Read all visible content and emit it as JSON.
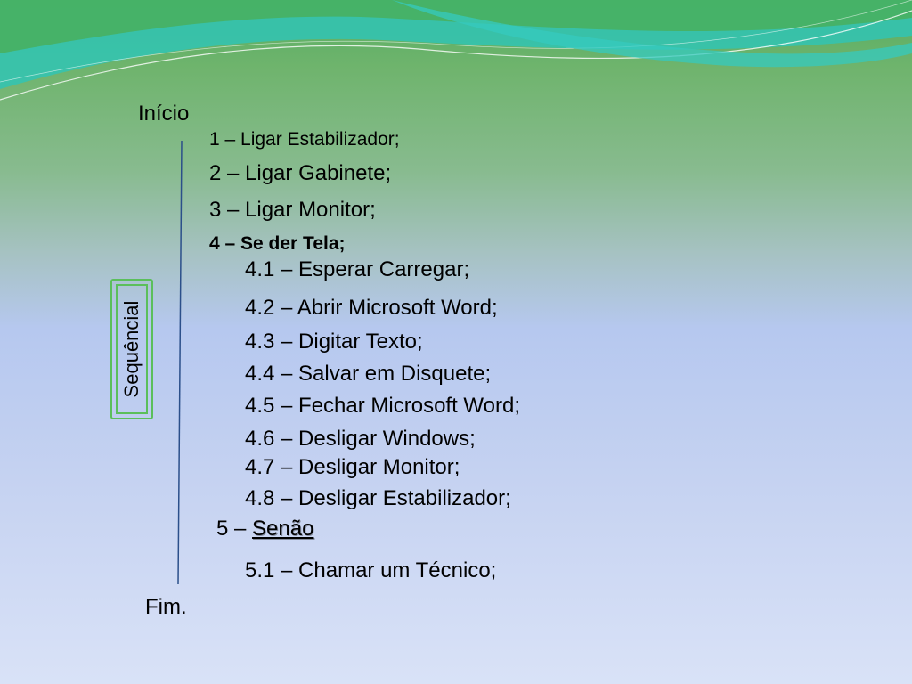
{
  "algorithm": {
    "start": "Início",
    "end": "Fim.",
    "side_label": "Sequêncial",
    "steps": {
      "s1": "1 – Ligar Estabilizador;",
      "s2": "2 – Ligar Gabinete;",
      "s3": "3 – Ligar Monitor;",
      "s4": "4 – Se der Tela;",
      "s4_1": "4.1 – Esperar Carregar;",
      "s4_2": "4.2 – Abrir Microsoft Word;",
      "s4_3": "4.3 – Digitar Texto;",
      "s4_4": "4.4 – Salvar em Disquete;",
      "s4_5": "4.5 – Fechar Microsoft Word;",
      "s4_6": "4.6 – Desligar Windows;",
      "s4_7": "4.7 – Desligar Monitor;",
      "s4_8": "4.8 – Desligar Estabilizador;",
      "s5_prefix": "5 – ",
      "s5_word": "Senão",
      "s5_1": "5.1 – Chamar um Técnico;"
    }
  },
  "colors": {
    "wave_teal": "#2fc7b8",
    "wave_green": "#48b060",
    "box_border": "#5bbf5b",
    "line": "#2b4f8a"
  }
}
